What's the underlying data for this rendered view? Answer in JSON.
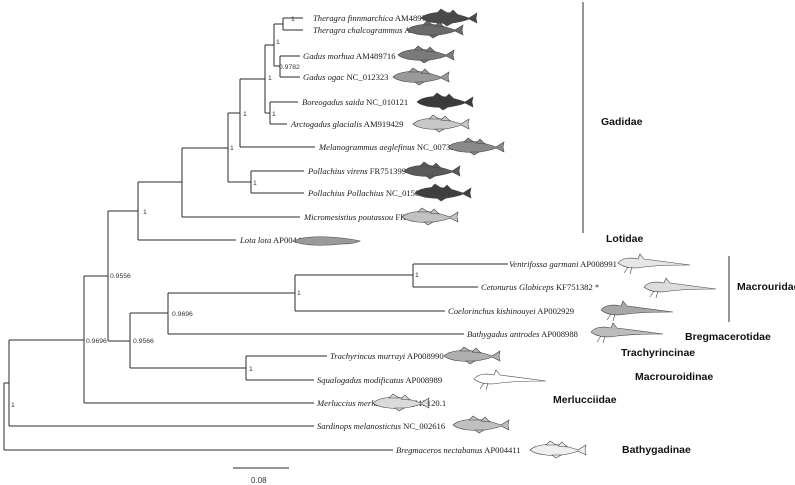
{
  "tree": {
    "taxa": [
      {
        "genus_species": "Theragra finnmarchica",
        "accession": "AM489718"
      },
      {
        "genus_species": "Theragra chalcogrammus",
        "accession": "AB182305"
      },
      {
        "genus_species": "Gadus morhua",
        "accession": "AM489716"
      },
      {
        "genus_species": "Gadus ogac",
        "accession": "NC_012323"
      },
      {
        "genus_species": "Boreogadus saida",
        "accession": "NC_010121"
      },
      {
        "genus_species": "Arctogadus glacialis",
        "accession": "AM919429"
      },
      {
        "genus_species": "Melanogrammus aeglefinus",
        "accession": "NC_007396"
      },
      {
        "genus_species": "Pollachius virens",
        "accession": "FR751399"
      },
      {
        "genus_species": "Pollachius Pollachius",
        "accession": "NC_015097"
      },
      {
        "genus_species": "Micromesistius poutassou",
        "accession": "FR751401"
      },
      {
        "genus_species": "Lota lota",
        "accession": "AP004412"
      },
      {
        "genus_species": "Ventrifossa garmani",
        "accession": "AP008991"
      },
      {
        "genus_species": "Cetonurus Globiceps",
        "accession": "KF751382 *"
      },
      {
        "genus_species": "Coelorinchus kishinouyei",
        "accession": "AP002929"
      },
      {
        "genus_species": "Bathygadus antrodes",
        "accession": "AP008988"
      },
      {
        "genus_species": "Trachyrincus murrayi",
        "accession": "AP008990"
      },
      {
        "genus_species": "Squalogadus modificatus",
        "accession": "AP008989"
      },
      {
        "genus_species": "Merluccius merluccius",
        "accession": "NC_015120.1"
      },
      {
        "genus_species": "Sardinops melanostictus",
        "accession": "NC_002616"
      },
      {
        "genus_species": "Bregmaceros nectabanus",
        "accession": "AP004411"
      }
    ],
    "support_values": [
      "1",
      "1",
      "0.9782",
      "1",
      "1",
      "1",
      "1",
      "1",
      "1",
      "0.9556",
      "1",
      "1",
      "0.9696",
      "0.9566",
      "1",
      "0.9696",
      "1"
    ],
    "families": [
      "Gadidae",
      "Lotidae",
      "Macrouridae",
      "Bregmacerotidae",
      "Trachyrincinae",
      "Macrouroidinae",
      "Merlucciidae",
      "Bathygadinae"
    ],
    "scale_label": "0.08"
  },
  "fish_icon": "fish-silhouette",
  "colors": {
    "line": "#2b2b2b",
    "fish_dark": "#4a4a4a",
    "fish_light": "#c8c8c8"
  }
}
